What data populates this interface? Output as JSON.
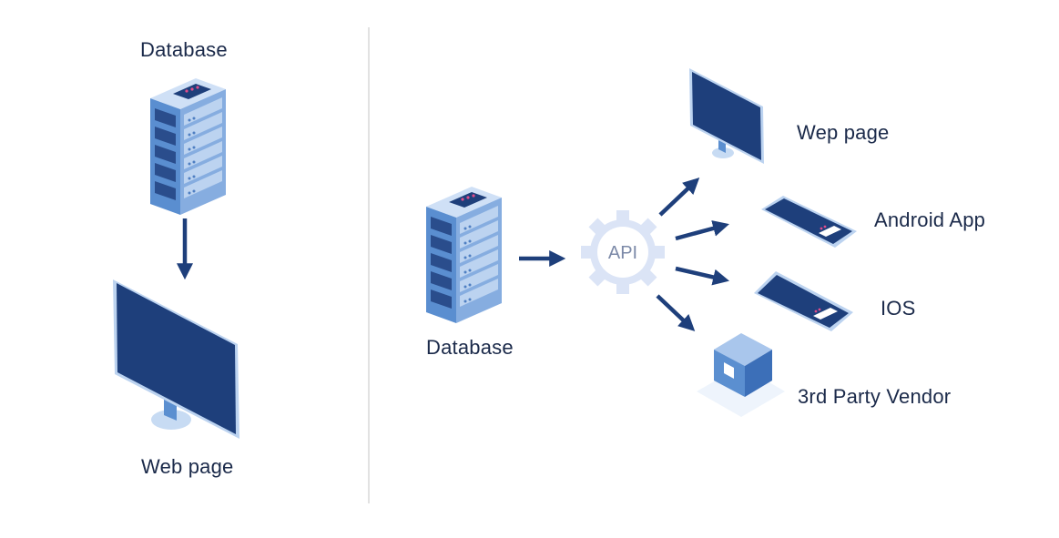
{
  "left": {
    "server_label": "Database",
    "monitor_label": "Web page"
  },
  "right": {
    "server_label": "Database",
    "hub_label": "API",
    "targets": [
      {
        "label": "Wep page",
        "icon": "monitor-icon"
      },
      {
        "label": "Android App",
        "icon": "phone-icon"
      },
      {
        "label": "IOS",
        "icon": "phone-icon"
      },
      {
        "label": "3rd Party Vendor",
        "icon": "cube-icon"
      }
    ]
  },
  "colors": {
    "navy": "#1e3f7b",
    "server_blue": "#5b8fd0",
    "server_light": "#bcd3f0",
    "api_gear": "#dbe4f6",
    "divider": "#d9d9d9"
  }
}
